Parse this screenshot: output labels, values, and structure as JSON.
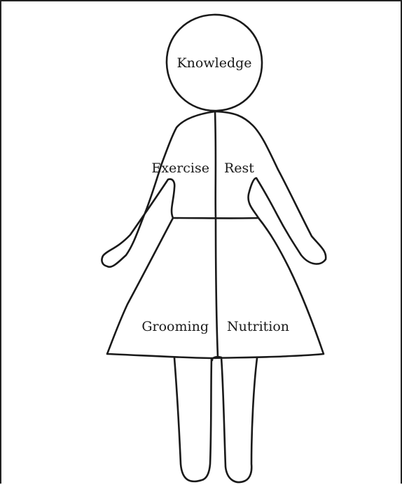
{
  "diagram": {
    "labels": {
      "head": "Knowledge",
      "upper_left": "Exercise",
      "upper_right": "Rest",
      "lower_left": "Grooming",
      "lower_right": "Nutrition"
    },
    "colors": {
      "line": "#1a1a1a",
      "background": "#ffffff",
      "frame": "#222222"
    }
  }
}
